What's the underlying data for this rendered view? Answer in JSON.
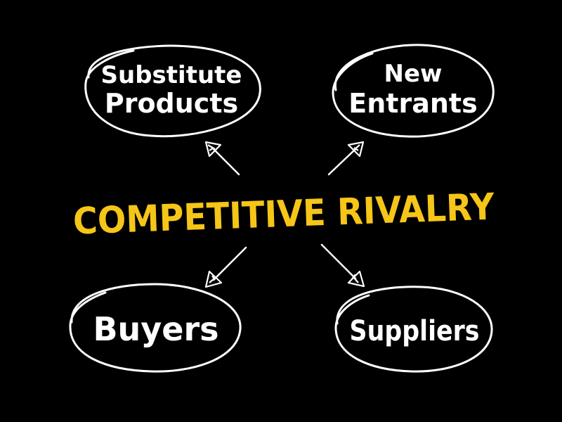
{
  "diagram": {
    "center": {
      "line": "COMPETITIVE RIVALRY"
    },
    "nodes": {
      "substitute": {
        "line1": "Substitute",
        "line2": "Products"
      },
      "new_entrants": {
        "line1": "New",
        "line2": "Entrants"
      },
      "buyers": {
        "line1": "Buyers"
      },
      "suppliers": {
        "line1": "Suppliers"
      }
    }
  },
  "colors": {
    "background": "#000000",
    "center_text": "#f5c518",
    "node_text": "#ffffff",
    "lines": "#ffffff"
  }
}
